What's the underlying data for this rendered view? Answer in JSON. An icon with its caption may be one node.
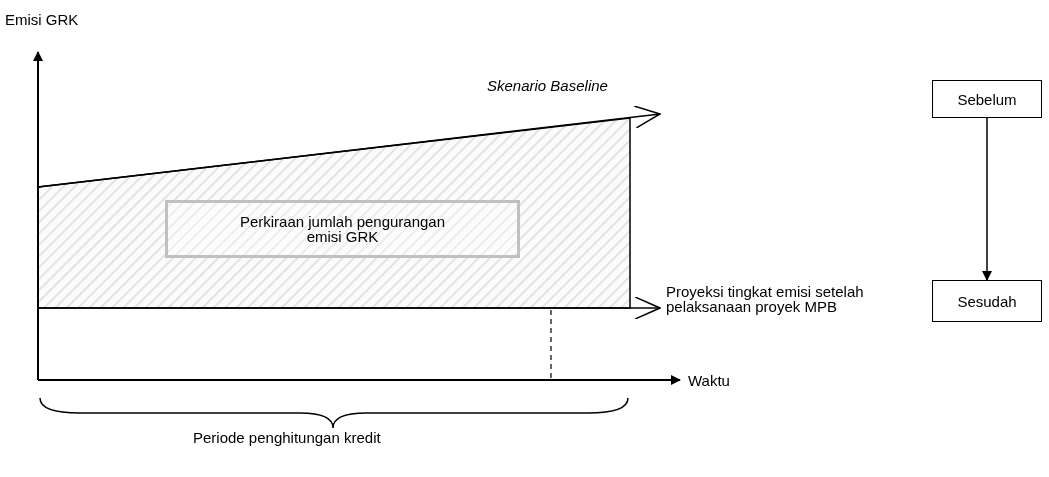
{
  "diagram": {
    "nodes": [
      {
        "text": [
          "Perkiraan jumlah pengurangan emisi GRK"
        ]
      },
      {
        "text": [
          "Sebelum"
        ]
      },
      {
        "text": [
          "Sesudah"
        ]
      }
    ],
    "edges": [
      {
        "from": 1,
        "to": 2,
        "arrow": "to"
      }
    ],
    "labels": [
      "Emisi GRK",
      "Skenario Baseline",
      "Proyeksi tingkat emisi setelah pelaksanaan proyek MPB",
      "Waktu",
      "Periode penghitungan kredit"
    ]
  }
}
